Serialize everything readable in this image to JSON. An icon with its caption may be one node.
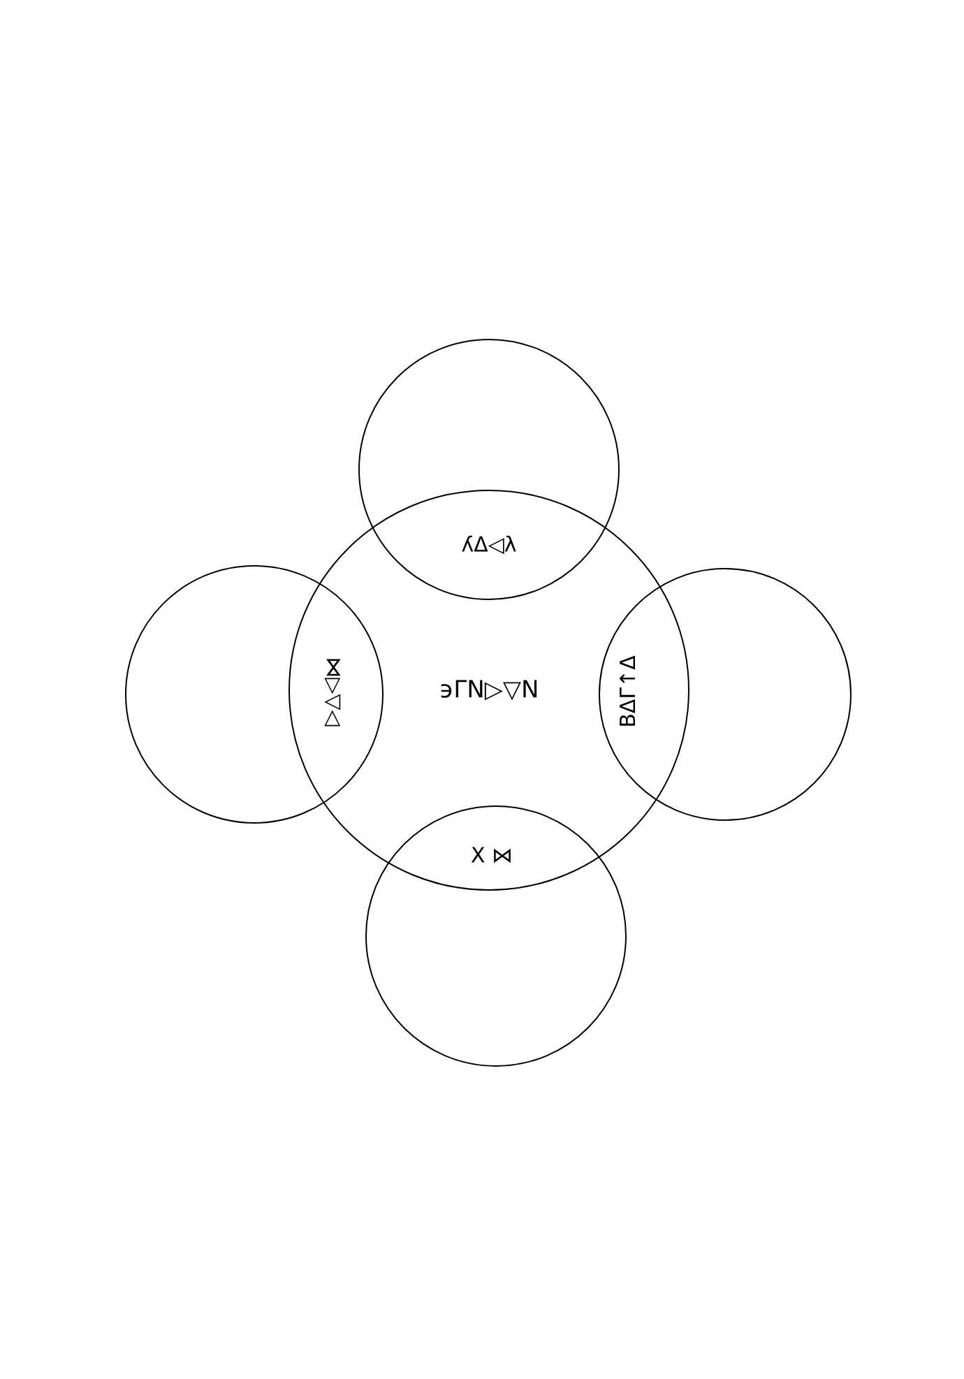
{
  "diagram": {
    "nodes": [
      {
        "text": [
          "϶ΓN▷▽N"
        ]
      },
      {
        "text": [],
        "shape": "circle"
      },
      {
        "text": [],
        "shape": "circle"
      },
      {
        "text": [],
        "shape": "circle"
      },
      {
        "text": [],
        "shape": "circle"
      }
    ],
    "edges": [],
    "labels": [
      "ʎΔ◁λ",
      "⋈▷▽◁",
      "BΔΓ↑Δ",
      "X ⋈"
    ]
  }
}
